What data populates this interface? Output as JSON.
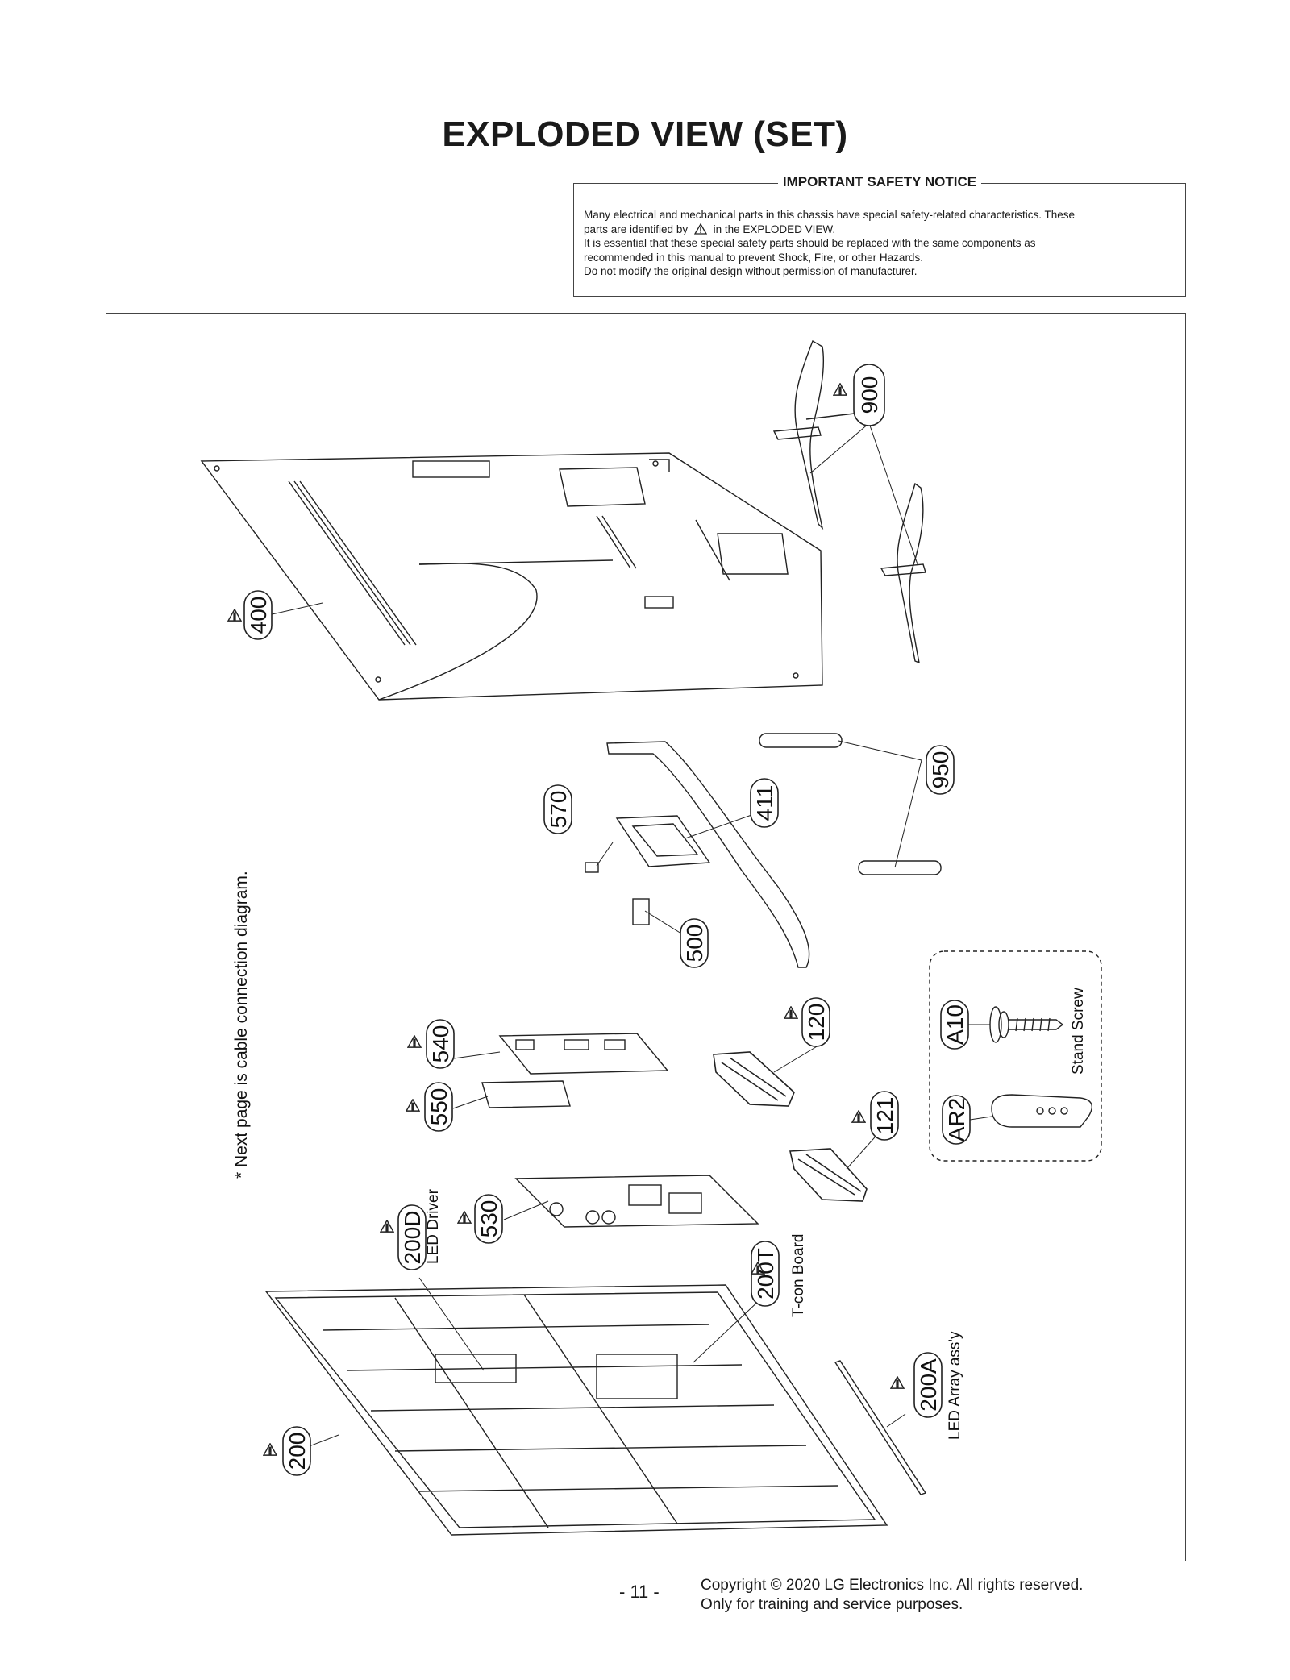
{
  "title": "EXPLODED VIEW (SET)",
  "notice": {
    "heading": "IMPORTANT SAFETY NOTICE",
    "line1": "Many electrical and mechanical parts in this chassis have special safety-related characteristics. These",
    "line2a": "parts are identified by",
    "line2b": "in the EXPLODED VIEW.",
    "line3": "It is essential that these special safety parts should be replaced with the same components as",
    "line4": "recommended in this manual to prevent Shock, Fire, or other Hazards.",
    "line5": "Do not modify the original design without permission of manufacturer."
  },
  "side_note": "* Next page is cable connection diagram.",
  "parts": {
    "p900": "900",
    "p400": "400",
    "p950": "950",
    "p411": "411",
    "p570": "570",
    "p500": "500",
    "p540": "540",
    "p550": "550",
    "p120": "120",
    "p121": "121",
    "p530": "530",
    "p200D": "200D",
    "p200T": "200T",
    "p200A": "200A",
    "p200": "200",
    "pA10": "A10",
    "pAR2": "AR2"
  },
  "labels": {
    "led_driver": "LED Driver",
    "tcon_board": "T-con Board",
    "led_array": "LED Array ass'y",
    "stand_screw": "Stand Screw"
  },
  "footer": {
    "page": "- 11 -",
    "copyright": "Copyright © 2020 LG Electronics Inc. All rights reserved.",
    "training": "Only for training and service purposes."
  }
}
